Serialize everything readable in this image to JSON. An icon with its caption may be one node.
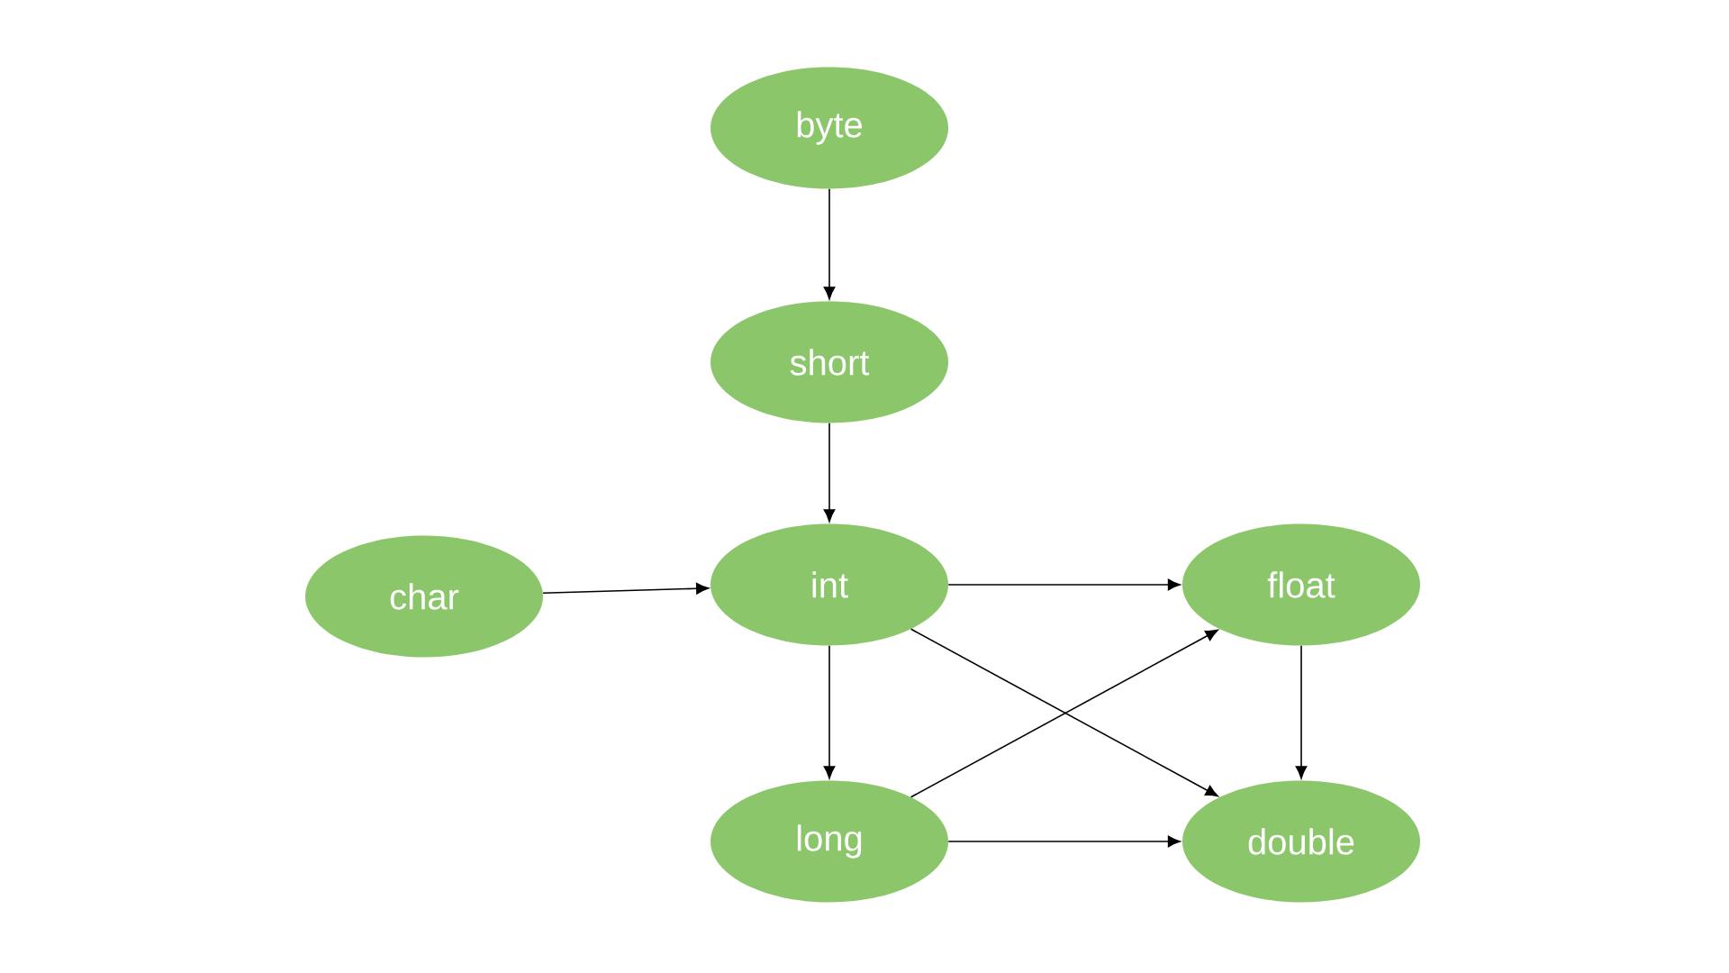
{
  "diagram": {
    "nodes": [
      {
        "text": [
          "byte"
        ]
      },
      {
        "text": [
          "short"
        ]
      },
      {
        "text": [
          "char"
        ]
      },
      {
        "text": [
          "int"
        ]
      },
      {
        "text": [
          "float"
        ]
      },
      {
        "text": [
          "long"
        ]
      },
      {
        "text": [
          "double"
        ]
      }
    ],
    "edges": [
      {
        "from": 0,
        "to": 1,
        "arrow": "to"
      },
      {
        "from": 1,
        "to": 3,
        "arrow": "to"
      },
      {
        "from": 2,
        "to": 3,
        "arrow": "to"
      },
      {
        "from": 3,
        "to": 4,
        "arrow": "to"
      },
      {
        "from": 3,
        "to": 6,
        "arrow": "to"
      },
      {
        "from": 3,
        "to": 5,
        "arrow": "to"
      },
      {
        "from": 5,
        "to": 4,
        "arrow": "to"
      },
      {
        "from": 5,
        "to": 6,
        "arrow": "to"
      },
      {
        "from": 4,
        "to": 6,
        "arrow": "to"
      }
    ]
  }
}
